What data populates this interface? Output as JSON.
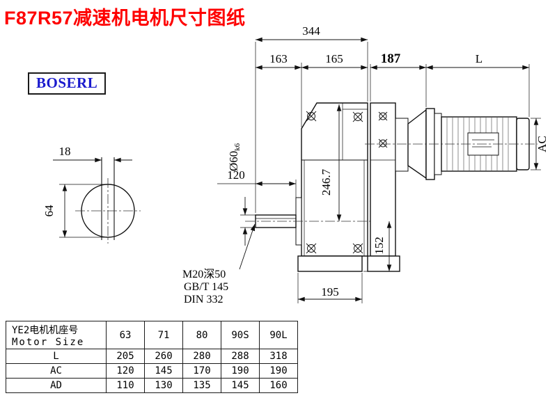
{
  "colors": {
    "title": "#fe0000",
    "brand": "#1a1acd"
  },
  "page": {
    "title": "F87R57减速机电机尺寸图纸",
    "brand": "BOSERL"
  },
  "drawing": {
    "top_dims": {
      "overall_width": "344",
      "left_span": "163",
      "right_span": "165",
      "motor_flange": "187",
      "motor_length": "L"
    },
    "shaft_view": {
      "keyway_width": "18",
      "diameter": "64"
    },
    "front_view": {
      "shaft_length": "120",
      "shaft_dia_main": "Ø60",
      "shaft_dia_tol": "k6",
      "center_height": "246.7",
      "foot_height": "152",
      "base_width": "195"
    },
    "side_view": {
      "motor_height": "AC"
    },
    "notes": {
      "tap": "M20深50",
      "std1": "GB/T 145",
      "std2": "DIN 332"
    }
  },
  "table": {
    "header_cn": "YE2电机机座号",
    "header_en": "Motor Size",
    "sizes": [
      "63",
      "71",
      "80",
      "90S",
      "90L"
    ],
    "rows": [
      {
        "label": "L",
        "values": [
          "205",
          "260",
          "280",
          "288",
          "318"
        ]
      },
      {
        "label": "AC",
        "values": [
          "120",
          "145",
          "170",
          "190",
          "190"
        ]
      },
      {
        "label": "AD",
        "values": [
          "110",
          "130",
          "135",
          "145",
          "160"
        ]
      }
    ]
  }
}
